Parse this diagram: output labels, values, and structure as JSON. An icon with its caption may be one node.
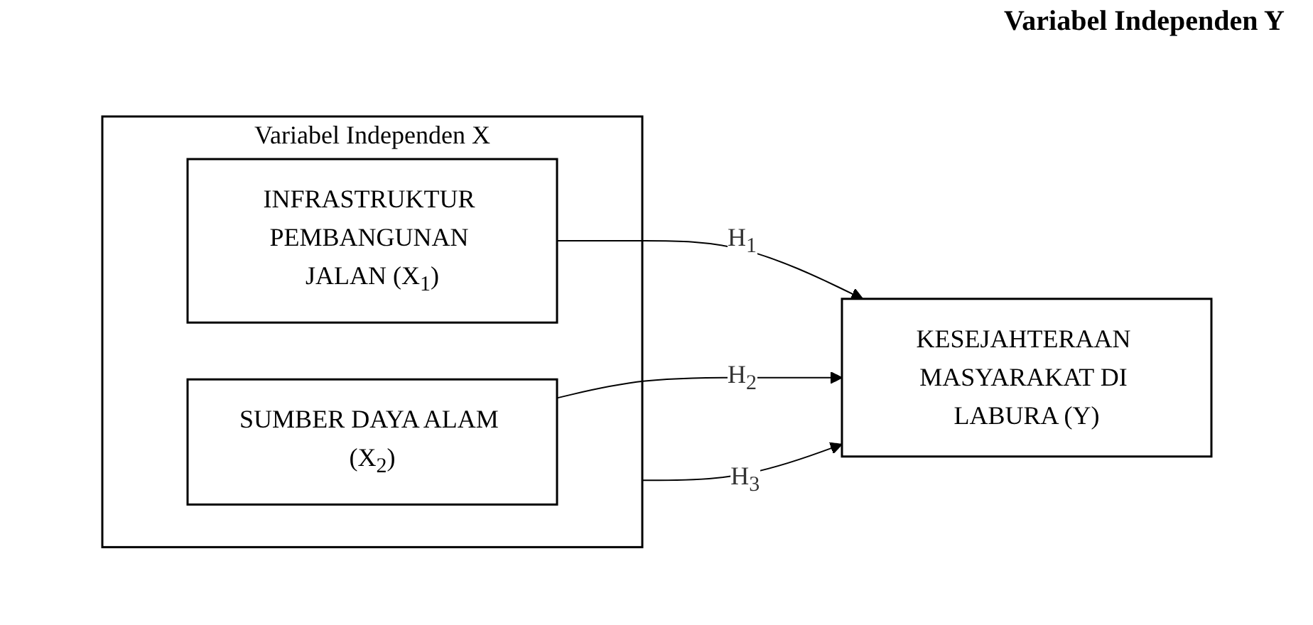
{
  "diagram": {
    "nodes": [
      {
        "text": [
          "Variabel Independen X"
        ]
      },
      {
        "text": [
          "INFRASTRUKTUR PEMBANGUNAN JALAN (X$_{1}$)"
        ],
        "in": 0
      },
      {
        "text": [
          "SUMBER DAYA ALAM (X$_{2}$)"
        ],
        "in": 0
      },
      {
        "text": [
          "KESEJAHTERAAN MASYARAKAT DI LABURA (Y)"
        ]
      }
    ],
    "edges": [
      {
        "from": 1,
        "to": 3,
        "arrow": "to",
        "label": "H$_{1}$"
      },
      {
        "from": 2,
        "to": 3,
        "arrow": "to",
        "label": "H$_{2}$"
      },
      {
        "from": 0,
        "to": 3,
        "arrow": "to",
        "label": "H$_{3}$"
      }
    ],
    "labels": [
      "Variabel Independen Y"
    ]
  }
}
